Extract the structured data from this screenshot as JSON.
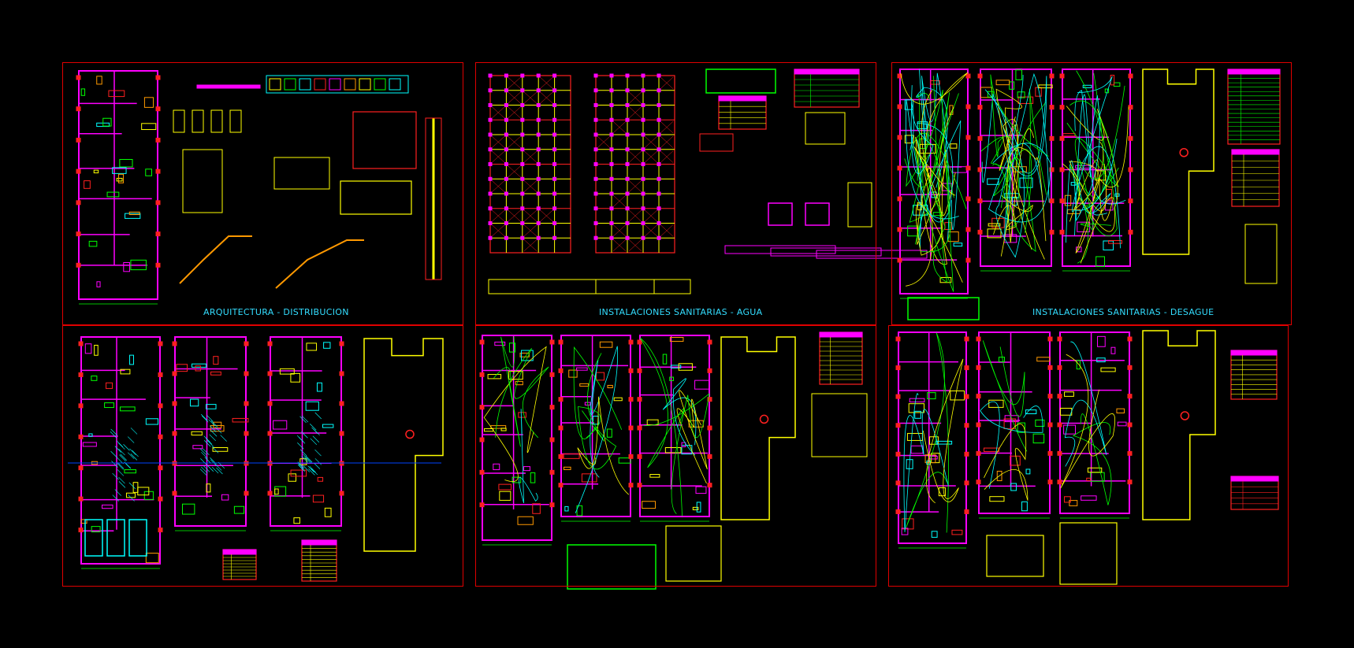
{
  "canvas": {
    "background": "#000000"
  },
  "colors": {
    "frame": "#e00000",
    "wall": "#ff00ff",
    "accent_yellow": "#ffff00",
    "accent_green": "#00ff00",
    "accent_cyan": "#00ffff",
    "accent_red": "#ff2020",
    "accent_orange": "#ff9900",
    "title_text": "#33ddff"
  },
  "sheets": [
    {
      "id": "arquitectura-distribucion",
      "title": "ARQUITECTURA - DISTRIBUCION"
    },
    {
      "id": "instalaciones-agua",
      "title": "INSTALACIONES SANITARIAS - AGUA"
    },
    {
      "id": "instalaciones-desague",
      "title": "INSTALACIONES SANITARIAS - DESAGUE"
    },
    {
      "id": "arquitectura-plantas",
      "title": ""
    },
    {
      "id": "electricas-plantas",
      "title": ""
    },
    {
      "id": "desague-plantas",
      "title": ""
    }
  ]
}
